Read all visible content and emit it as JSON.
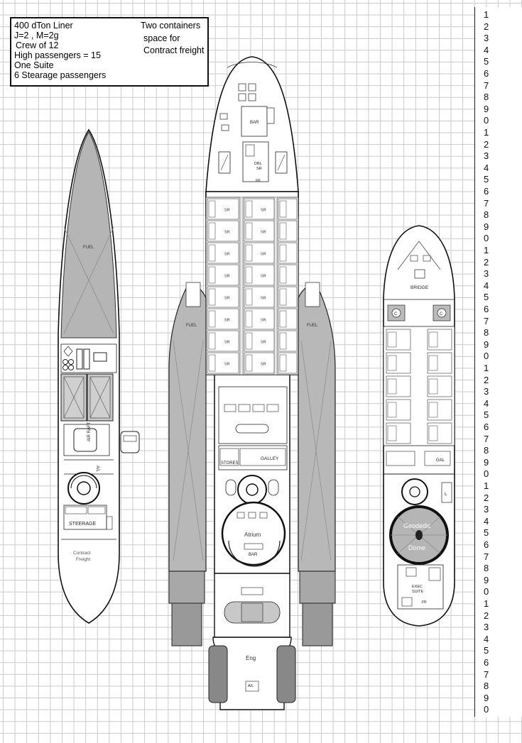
{
  "info_box": {
    "lines": [
      "400 dTon Liner",
      "J=2 , M=2g",
      "Crew of 12",
      "High passengers = 15",
      "One  Suite",
      "6 Stearage passengers"
    ],
    "note": [
      "Two containers",
      "space for",
      "Contract freight"
    ]
  },
  "ruler": [
    "1",
    "2",
    "3",
    "4",
    "5",
    "6",
    "7",
    "8",
    "9",
    "0",
    "1",
    "2",
    "3",
    "4",
    "5",
    "6",
    "7",
    "8",
    "9",
    "0",
    "1",
    "2",
    "3",
    "4",
    "5",
    "6",
    "7",
    "8",
    "9",
    "0",
    "1",
    "2",
    "3",
    "4",
    "5",
    "6",
    "7",
    "8",
    "9",
    "0",
    "1",
    "2",
    "3",
    "4",
    "5",
    "6",
    "7",
    "8",
    "9",
    "0",
    "1",
    "2",
    "3",
    "4",
    "5",
    "6",
    "7",
    "8",
    "9",
    "0"
  ],
  "left_ship": {
    "fuel": "FUEL",
    "air_raft": "AIR RAFT",
    "airlock": "A/L",
    "steerage": "STEERAGE",
    "freight": [
      "Contract",
      "Freight"
    ]
  },
  "center_ship": {
    "bar": "BAR",
    "dbl_sr": [
      "DBL",
      "SR"
    ],
    "fr": "FR",
    "sr": "SR",
    "fuel": "FUEL",
    "stores": "STORES",
    "galley": "GALLEY",
    "atrium": "Atrium",
    "bar2": "BAR",
    "eng": "Eng",
    "airlock": "A/L"
  },
  "right_ship": {
    "bridge": "BRIDGE",
    "c": "C",
    "gal": "GAL",
    "l": "L",
    "dome": [
      "Geodedic",
      "Dome"
    ],
    "exec": [
      "EXEC",
      "SUITE"
    ],
    "fr": "FR"
  }
}
